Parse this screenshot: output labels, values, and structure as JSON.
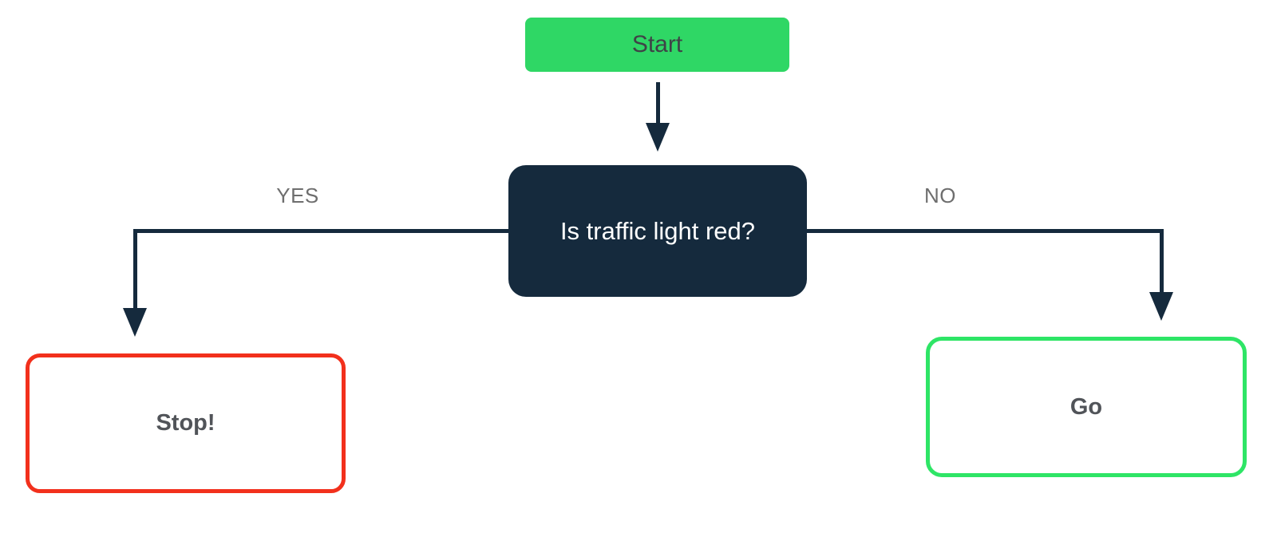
{
  "flowchart": {
    "start": {
      "label": "Start"
    },
    "decision": {
      "label": "Is traffic light red?"
    },
    "branch_yes": {
      "label": "YES"
    },
    "branch_no": {
      "label": "NO"
    },
    "outcome_stop": {
      "label": "Stop!"
    },
    "outcome_go": {
      "label": "Go"
    }
  },
  "colors": {
    "background": "#ffffff",
    "start_fill": "#2fd765",
    "start_text": "#3f4347",
    "connector_navy": "#152a3d",
    "decision_text": "#ffffff",
    "stop_border": "#f2301c",
    "go_border": "#2ee566",
    "outcome_text": "#515459",
    "edge_label_gray": "#6e6e6e"
  }
}
